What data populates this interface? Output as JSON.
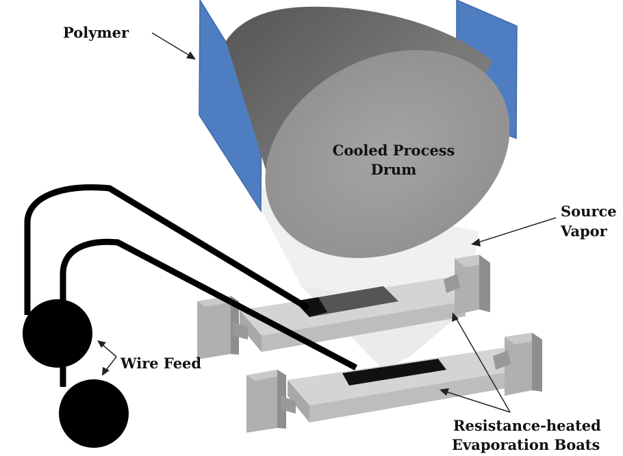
{
  "labels": {
    "polymer": "Polymer",
    "drum_line1": "Cooled Process",
    "drum_line2": "Drum",
    "source_line1": "Source",
    "source_line2": "Vapor",
    "wire_feed": "Wire Feed",
    "boats_line1": "Resistance-heated",
    "boats_line2": "Evaporation Boats"
  },
  "colors": {
    "polymer": "#4f7dc1",
    "drum_face": "#9a9a9a",
    "drum_body": "#6a6a6a",
    "wire": "#000000",
    "boat": "#c8c8c8",
    "clamp": "#a9a9a9",
    "vapor": "#ececec"
  }
}
